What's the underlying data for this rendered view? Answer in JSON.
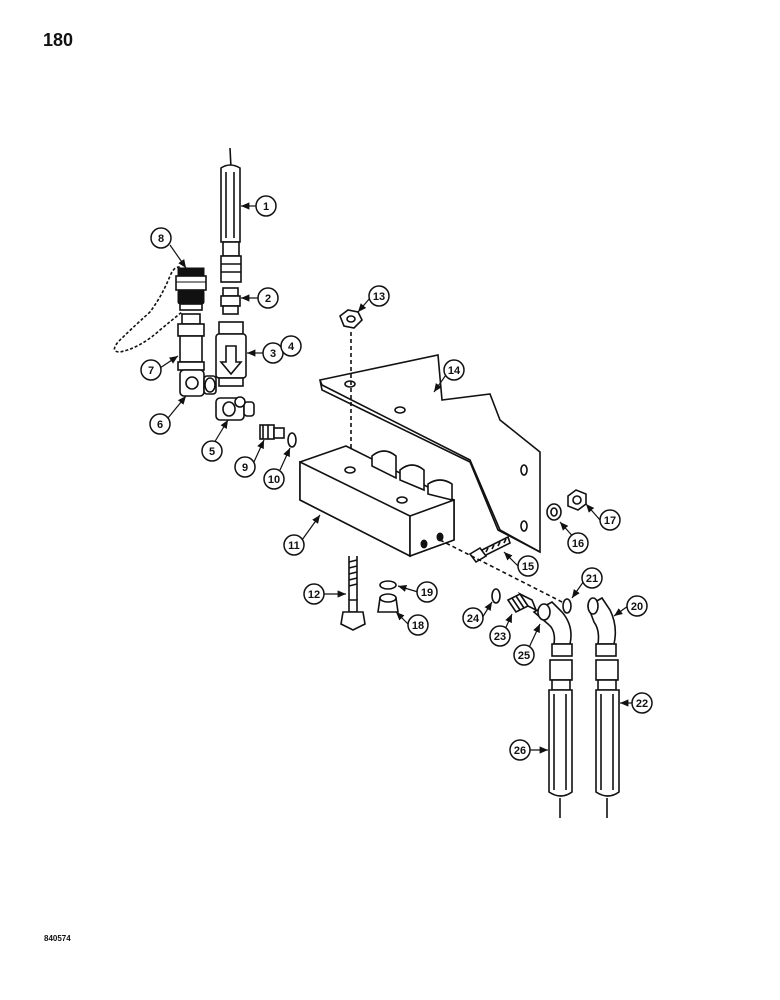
{
  "page": {
    "number": "180",
    "figure_code": "840574"
  },
  "callouts": [
    {
      "label": "1"
    },
    {
      "label": "2"
    },
    {
      "label": "3"
    },
    {
      "label": "4"
    },
    {
      "label": "5"
    },
    {
      "label": "6"
    },
    {
      "label": "7"
    },
    {
      "label": "8"
    },
    {
      "label": "9"
    },
    {
      "label": "10"
    },
    {
      "label": "11"
    },
    {
      "label": "12"
    },
    {
      "label": "13"
    },
    {
      "label": "14"
    },
    {
      "label": "15"
    },
    {
      "label": "16"
    },
    {
      "label": "17"
    },
    {
      "label": "18"
    },
    {
      "label": "19"
    },
    {
      "label": "20"
    },
    {
      "label": "21"
    },
    {
      "label": "22"
    },
    {
      "label": "23"
    },
    {
      "label": "24"
    },
    {
      "label": "25"
    },
    {
      "label": "26"
    }
  ]
}
